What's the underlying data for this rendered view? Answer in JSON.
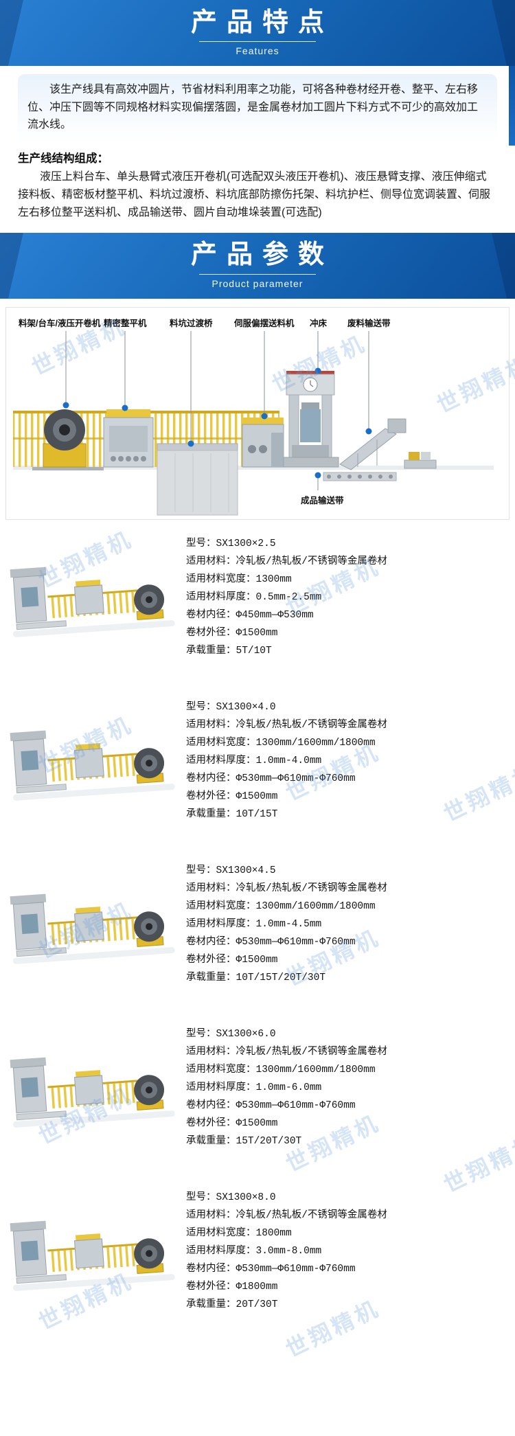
{
  "watermark": "世翔精机",
  "banners": {
    "features": {
      "title": "产品特点",
      "subtitle": "Features"
    },
    "params": {
      "title": "产品参数",
      "subtitle": "Product parameter"
    }
  },
  "features": {
    "intro": "该生产线具有高效冲圆片，节省材料利用率之功能，可将各种卷材经开卷、整平、左右移位、冲压下圆等不同规格材料实现偏摆落圆，是金属卷材加工圆片下料方式不可少的高效加工流水线。",
    "structure_heading": "生产线结构组成：",
    "structure_body": "液压上料台车、单头悬臂式液压开卷机(可选配双头液压开卷机)、液压悬臂支撑、液压伸缩式接料板、精密板材整平机、料坑过渡桥、料坑底部防擦伤托架、料坑护栏、侧导位宽调装置、伺服左右移位整平送料机、成品输送带、圆片自动堆垛装置(可选配)"
  },
  "diagram": {
    "labels": [
      "料架/台车/液压开卷机",
      "精密整平机",
      "料坑过渡桥",
      "伺服偏摆送料机",
      "冲床",
      "废料输送带"
    ],
    "bottom_label": "成品输送带"
  },
  "models": [
    {
      "rows": [
        {
          "label": "型号：",
          "value": "SX1300×2.5"
        },
        {
          "label": "适用材料：",
          "value": "冷轧板/热轧板/不锈钢等金属卷材"
        },
        {
          "label": "适用材料宽度：",
          "value": "1300mm"
        },
        {
          "label": "适用材料厚度：",
          "value": "0.5mm-2.5mm"
        },
        {
          "label": "卷材内径：",
          "value": "Φ450mm—Φ530mm"
        },
        {
          "label": "卷材外径：",
          "value": "Φ1500mm"
        },
        {
          "label": "承载重量：",
          "value": "5T/10T"
        }
      ]
    },
    {
      "rows": [
        {
          "label": "型号：",
          "value": "SX1300×4.0"
        },
        {
          "label": "适用材料：",
          "value": "冷轧板/热轧板/不锈钢等金属卷材"
        },
        {
          "label": "适用材料宽度：",
          "value": "1300mm/1600mm/1800mm"
        },
        {
          "label": "适用材料厚度：",
          "value": "1.0mm-4.0mm"
        },
        {
          "label": "卷材内径：",
          "value": "Φ530mm—Φ610mm-Φ760mm"
        },
        {
          "label": "卷材外径：",
          "value": "Φ1500mm"
        },
        {
          "label": "承载重量：",
          "value": "10T/15T"
        }
      ]
    },
    {
      "rows": [
        {
          "label": "型号：",
          "value": "SX1300×4.5"
        },
        {
          "label": "适用材料：",
          "value": "冷轧板/热轧板/不锈钢等金属卷材"
        },
        {
          "label": "适用材料宽度：",
          "value": "1300mm/1600mm/1800mm"
        },
        {
          "label": "适用材料厚度：",
          "value": "1.0mm-4.5mm"
        },
        {
          "label": "卷材内径：",
          "value": "Φ530mm—Φ610mm-Φ760mm"
        },
        {
          "label": "卷材外径：",
          "value": "Φ1500mm"
        },
        {
          "label": "承载重量：",
          "value": "10T/15T/20T/30T"
        }
      ]
    },
    {
      "rows": [
        {
          "label": "型号：",
          "value": "SX1300×6.0"
        },
        {
          "label": "适用材料：",
          "value": "冷轧板/热轧板/不锈钢等金属卷材"
        },
        {
          "label": "适用材料宽度：",
          "value": "1300mm/1600mm/1800mm"
        },
        {
          "label": "适用材料厚度：",
          "value": "1.0mm-6.0mm"
        },
        {
          "label": "卷材内径：",
          "value": "Φ530mm—Φ610mm-Φ760mm"
        },
        {
          "label": "卷材外径：",
          "value": "Φ1500mm"
        },
        {
          "label": "承载重量：",
          "value": "15T/20T/30T"
        }
      ]
    },
    {
      "rows": [
        {
          "label": "型号：",
          "value": "SX1300×8.0"
        },
        {
          "label": "适用材料：",
          "value": "冷轧板/热轧板/不锈钢等金属卷材"
        },
        {
          "label": "适用材料宽度：",
          "value": "1800mm"
        },
        {
          "label": "适用材料厚度：",
          "value": "3.0mm-8.0mm"
        },
        {
          "label": "卷材内径：",
          "value": "Φ530mm—Φ610mm-Φ760mm"
        },
        {
          "label": "卷材外径：",
          "value": "Φ1800mm"
        },
        {
          "label": "承载重量：",
          "value": "20T/30T"
        }
      ]
    }
  ]
}
